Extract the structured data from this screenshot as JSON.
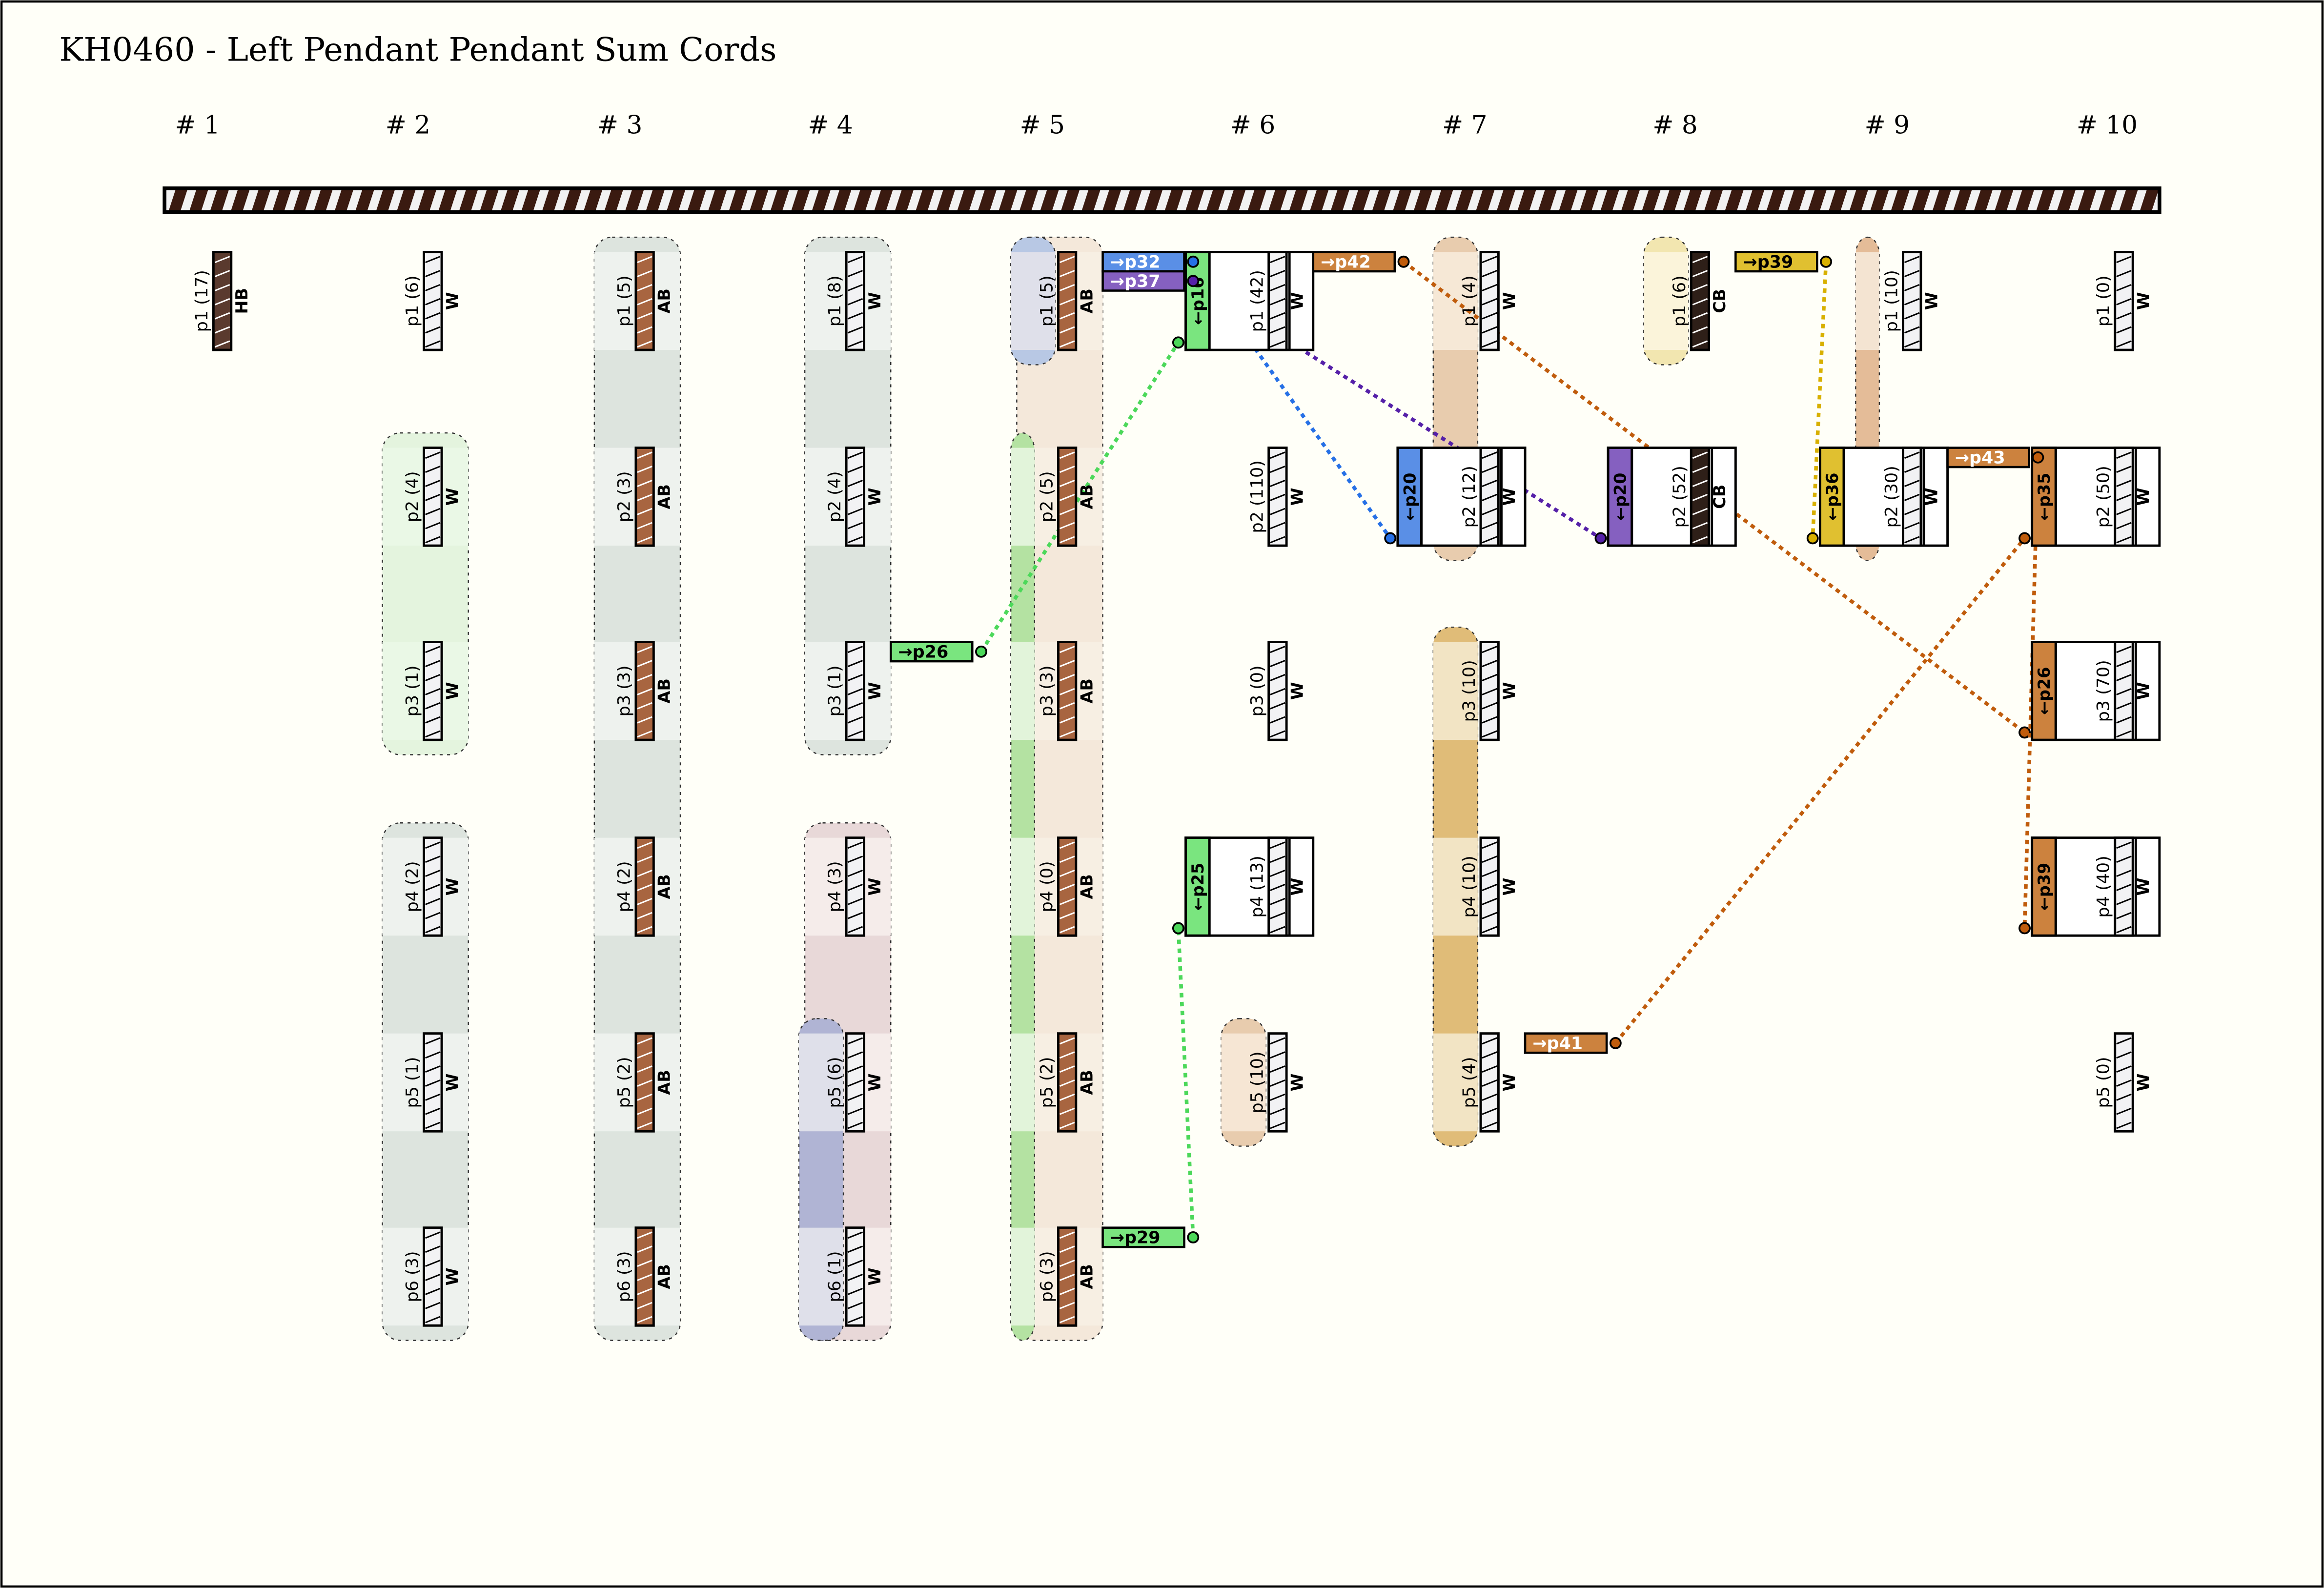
{
  "title": "KH0460 - Left Pendant Pendant Sum Cords",
  "palette": {
    "background": "#fffff8",
    "frame": "#000000",
    "main_cord_dark": "#3a1a10",
    "main_cord_light": "#f2f2f2",
    "cord_colors": {
      "W": "#f2f2f4",
      "AB": "#a86540",
      "HB": "#5a3a2e",
      "CB": "#2e1f18"
    },
    "link_colors": {
      "green": "#7ae57f",
      "green_line": "#4cd85a",
      "blue": "#5a8fe6",
      "blue_line": "#2670e6",
      "purple": "#8560c0",
      "purple_line": "#5520a8",
      "orange": "#cc823e",
      "orange_line": "#c05c0c",
      "yellow": "#e0c030",
      "yellow_line": "#d8b000"
    }
  },
  "columns": [
    {
      "label": "# 1",
      "cords": [
        {
          "name": "p1",
          "value": "17",
          "color": "HB",
          "row": 1
        }
      ]
    },
    {
      "label": "# 2",
      "cords": [
        {
          "name": "p1",
          "value": "6",
          "color": "W",
          "row": 1
        },
        {
          "name": "p2",
          "value": "4",
          "color": "W",
          "row": 2
        },
        {
          "name": "p3",
          "value": "1",
          "color": "W",
          "row": 3
        },
        {
          "name": "p4",
          "value": "2",
          "color": "W",
          "row": 4
        },
        {
          "name": "p5",
          "value": "1",
          "color": "W",
          "row": 5
        },
        {
          "name": "p6",
          "value": "3",
          "color": "W",
          "row": 6
        }
      ]
    },
    {
      "label": "# 3",
      "cords": [
        {
          "name": "p1",
          "value": "5",
          "color": "AB",
          "row": 1
        },
        {
          "name": "p2",
          "value": "3",
          "color": "AB",
          "row": 2
        },
        {
          "name": "p3",
          "value": "3",
          "color": "AB",
          "row": 3
        },
        {
          "name": "p4",
          "value": "2",
          "color": "AB",
          "row": 4
        },
        {
          "name": "p5",
          "value": "2",
          "color": "AB",
          "row": 5
        },
        {
          "name": "p6",
          "value": "3",
          "color": "AB",
          "row": 6
        }
      ]
    },
    {
      "label": "# 4",
      "cords": [
        {
          "name": "p1",
          "value": "8",
          "color": "W",
          "row": 1
        },
        {
          "name": "p2",
          "value": "4",
          "color": "W",
          "row": 2
        },
        {
          "name": "p3",
          "value": "1",
          "color": "W",
          "row": 3
        },
        {
          "name": "p4",
          "value": "3",
          "color": "W",
          "row": 4
        },
        {
          "name": "p5",
          "value": "6",
          "color": "W",
          "row": 5
        },
        {
          "name": "p6",
          "value": "1",
          "color": "W",
          "row": 6
        }
      ]
    },
    {
      "label": "# 5",
      "cords": [
        {
          "name": "p1",
          "value": "5",
          "color": "AB",
          "row": 1
        },
        {
          "name": "p2",
          "value": "5",
          "color": "AB",
          "row": 2
        },
        {
          "name": "p3",
          "value": "3",
          "color": "AB",
          "row": 3
        },
        {
          "name": "p4",
          "value": "0",
          "color": "AB",
          "row": 4
        },
        {
          "name": "p5",
          "value": "2",
          "color": "AB",
          "row": 5
        },
        {
          "name": "p6",
          "value": "3",
          "color": "AB",
          "row": 6
        }
      ]
    },
    {
      "label": "# 6",
      "cords": [
        {
          "name": "p1",
          "value": "42",
          "color": "W",
          "row": 1
        },
        {
          "name": "p2",
          "value": "110",
          "color": "W",
          "row": 2
        },
        {
          "name": "p3",
          "value": "0",
          "color": "W",
          "row": 3
        },
        {
          "name": "p4",
          "value": "13",
          "color": "W",
          "row": 4
        },
        {
          "name": "p5",
          "value": "10",
          "color": "W",
          "row": 5
        }
      ]
    },
    {
      "label": "# 7",
      "cords": [
        {
          "name": "p1",
          "value": "4",
          "color": "W",
          "row": 1
        },
        {
          "name": "p2",
          "value": "12",
          "color": "W",
          "row": 2
        },
        {
          "name": "p3",
          "value": "10",
          "color": "W",
          "row": 3
        },
        {
          "name": "p4",
          "value": "10",
          "color": "W",
          "row": 4
        },
        {
          "name": "p5",
          "value": "4",
          "color": "W",
          "row": 5
        }
      ]
    },
    {
      "label": "# 8",
      "cords": [
        {
          "name": "p1",
          "value": "6",
          "color": "CB",
          "row": 1
        },
        {
          "name": "p2",
          "value": "52",
          "color": "CB",
          "row": 2
        }
      ]
    },
    {
      "label": "# 9",
      "cords": [
        {
          "name": "p1",
          "value": "10",
          "color": "W",
          "row": 1
        },
        {
          "name": "p2",
          "value": "30",
          "color": "W",
          "row": 2
        }
      ]
    },
    {
      "label": "# 10",
      "cords": [
        {
          "name": "p1",
          "value": "0",
          "color": "W",
          "row": 1
        },
        {
          "name": "p2",
          "value": "50",
          "color": "W",
          "row": 2
        },
        {
          "name": "p3",
          "value": "70",
          "color": "W",
          "row": 3
        },
        {
          "name": "p4",
          "value": "40",
          "color": "W",
          "row": 4
        },
        {
          "name": "p5",
          "value": "0",
          "color": "W",
          "row": 5
        }
      ]
    }
  ],
  "sum_targets": [
    {
      "col": 6,
      "row": 1,
      "label": "←p16",
      "color": "green",
      "text_color": "#000000"
    },
    {
      "col": 6,
      "row": 4,
      "label": "←p25",
      "color": "green",
      "text_color": "#000000"
    },
    {
      "col": 7,
      "row": 2,
      "label": "←p20",
      "color": "blue",
      "text_color": "#ffffff"
    },
    {
      "col": 8,
      "row": 2,
      "label": "←p20",
      "color": "purple",
      "text_color": "#ffffff"
    },
    {
      "col": 9,
      "row": 2,
      "label": "←p36",
      "color": "yellow",
      "text_color": "#000000"
    },
    {
      "col": 10,
      "row": 2,
      "label": "←p35",
      "color": "orange",
      "text_color": "#ffffff"
    },
    {
      "col": 10,
      "row": 3,
      "label": "←p26",
      "color": "orange",
      "text_color": "#ffffff"
    },
    {
      "col": 10,
      "row": 4,
      "label": "←p39",
      "color": "orange",
      "text_color": "#ffffff"
    }
  ],
  "sum_sources": [
    {
      "col": 4,
      "row": 3,
      "slot": 0,
      "label": "→p26",
      "color": "green",
      "text_color": "#000000"
    },
    {
      "col": 5,
      "row": 1,
      "slot": 0,
      "label": "→p32",
      "color": "blue",
      "text_color": "#ffffff"
    },
    {
      "col": 5,
      "row": 1,
      "slot": 1,
      "label": "→p37",
      "color": "purple",
      "text_color": "#ffffff"
    },
    {
      "col": 5,
      "row": 6,
      "slot": 0,
      "label": "→p29",
      "color": "green",
      "text_color": "#000000"
    },
    {
      "col": 6,
      "row": 1,
      "slot": 0,
      "label": "→p42",
      "color": "orange",
      "text_color": "#ffffff"
    },
    {
      "col": 7,
      "row": 5,
      "slot": 0,
      "label": "→p41",
      "color": "orange",
      "text_color": "#ffffff"
    },
    {
      "col": 8,
      "row": 1,
      "slot": 0,
      "label": "→p39",
      "color": "yellow",
      "text_color": "#000000"
    },
    {
      "col": 9,
      "row": 2,
      "slot": 0,
      "label": "→p43",
      "color": "orange",
      "text_color": "#ffffff"
    }
  ],
  "links": [
    {
      "from": "4:3:0",
      "to": "6:1",
      "color": "green"
    },
    {
      "from": "5:6:0",
      "to": "6:4",
      "color": "green"
    },
    {
      "from": "5:1:0",
      "to": "7:2",
      "color": "blue"
    },
    {
      "from": "5:1:1",
      "to": "8:2",
      "color": "purple"
    },
    {
      "from": "6:1:0",
      "to": "10:3",
      "color": "orange"
    },
    {
      "from": "7:5:0",
      "to": "10:2",
      "color": "orange"
    },
    {
      "from": "8:1:0",
      "to": "9:2",
      "color": "yellow"
    },
    {
      "from": "9:2:0",
      "to": "10:4",
      "color": "orange"
    }
  ],
  "groups": [
    {
      "col": 2,
      "from_row": 2,
      "to_row": 3,
      "fill": "#eaf8e6",
      "band": "#e4f4de"
    },
    {
      "col": 2,
      "from_row": 4,
      "to_row": 6,
      "fill": "#eef2ee",
      "band": "#dde4de"
    },
    {
      "col": 3,
      "from_row": 1,
      "to_row": 6,
      "fill": "#eef2ee",
      "band": "#dde4de"
    },
    {
      "col": 4,
      "from_row": 1,
      "to_row": 3,
      "fill": "#eef2ee",
      "band": "#dde4de"
    },
    {
      "col": 4,
      "from_row": 4,
      "to_row": 6,
      "fill": "#f5ecea",
      "band": "#e8d8d8"
    },
    {
      "col": 4,
      "from_row": 5,
      "to_row": 6,
      "fill": "#dfe0ea",
      "band": "#b0b4d4",
      "narrow": true
    },
    {
      "col": 5,
      "from_row": 1,
      "to_row": 6,
      "fill": "#f7efe3",
      "band": "#f4e8da"
    },
    {
      "col": 5,
      "from_row": 1,
      "to_row": 1,
      "fill": "#dfe0ea",
      "band": "#b8c8e4",
      "narrow": true
    },
    {
      "col": 5,
      "from_row": 2,
      "to_row": 6,
      "fill": "#e2f4da",
      "band": "#b4e2a2",
      "thin": true
    },
    {
      "col": 6,
      "from_row": 5,
      "to_row": 5,
      "fill": "#f6e6d4",
      "band": "#e8ccae",
      "narrow": true
    },
    {
      "col": 7,
      "from_row": 1,
      "to_row": 2,
      "fill": "#f6e8d6",
      "band": "#e8ccae",
      "narrow": true
    },
    {
      "col": 7,
      "from_row": 3,
      "to_row": 5,
      "fill": "#f2e4c4",
      "band": "#e0bc78",
      "narrow": true
    },
    {
      "col": 8,
      "from_row": 1,
      "to_row": 1,
      "fill": "#fbf4da",
      "band": "#f2e6b0",
      "narrow": true
    },
    {
      "col": 9,
      "from_row": 1,
      "to_row": 2,
      "fill": "#f4e4d2",
      "band": "#e4bc98",
      "thin": true
    }
  ]
}
